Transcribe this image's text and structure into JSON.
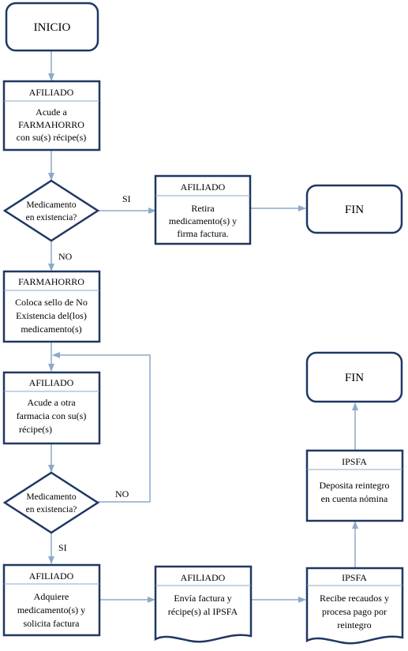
{
  "start": {
    "label": "INICIO"
  },
  "end_1": {
    "label": "FIN"
  },
  "end_2": {
    "label": "FIN"
  },
  "step_afiliado_acude_farmahorro": {
    "header": "AFILIADO",
    "lines": [
      "Acude a",
      "FARMAHORRO",
      "con su(s) récipe(s)"
    ]
  },
  "decision_1": {
    "lines": [
      "Medicamento",
      "en existencia?"
    ]
  },
  "step_afiliado_retira": {
    "header": "AFILIADO",
    "lines": [
      "Retira",
      "medicamento(s) y",
      "firma factura."
    ]
  },
  "step_farmahorro_sello": {
    "header": "FARMAHORRO",
    "lines": [
      "Coloca sello de No",
      "Existencia del(los)",
      "medicamento(s)"
    ]
  },
  "step_afiliado_otra_farmacia": {
    "header": "AFILIADO",
    "lines": [
      "Acude a otra",
      "farmacia con su(s)",
      "récipe(s)"
    ]
  },
  "decision_2": {
    "lines": [
      "Medicamento",
      "en existencia?"
    ]
  },
  "step_afiliado_adquiere": {
    "header": "AFILIADO",
    "lines": [
      "Adquiere",
      "medicamento(s) y",
      "solicita factura"
    ]
  },
  "doc_afiliado_envia": {
    "header": "AFILIADO",
    "lines": [
      "Envía factura y",
      "récipe(s) al IPSFA"
    ]
  },
  "doc_ipsfa_recibe": {
    "header": "IPSFA",
    "lines": [
      "Recibe recaudos y",
      "procesa pago por",
      "reintegro"
    ]
  },
  "step_ipsfa_deposita": {
    "header": "IPSFA",
    "lines": [
      "Deposita reintegro",
      "en cuenta nómina"
    ]
  },
  "edge_labels": {
    "si_1": "SI",
    "no_1": "NO",
    "no_2": "NO",
    "si_2": "SI"
  },
  "colors": {
    "border": "#1f3763",
    "fill": "#ffffff",
    "arrow": "#8ea9c8",
    "text": "#000000"
  }
}
